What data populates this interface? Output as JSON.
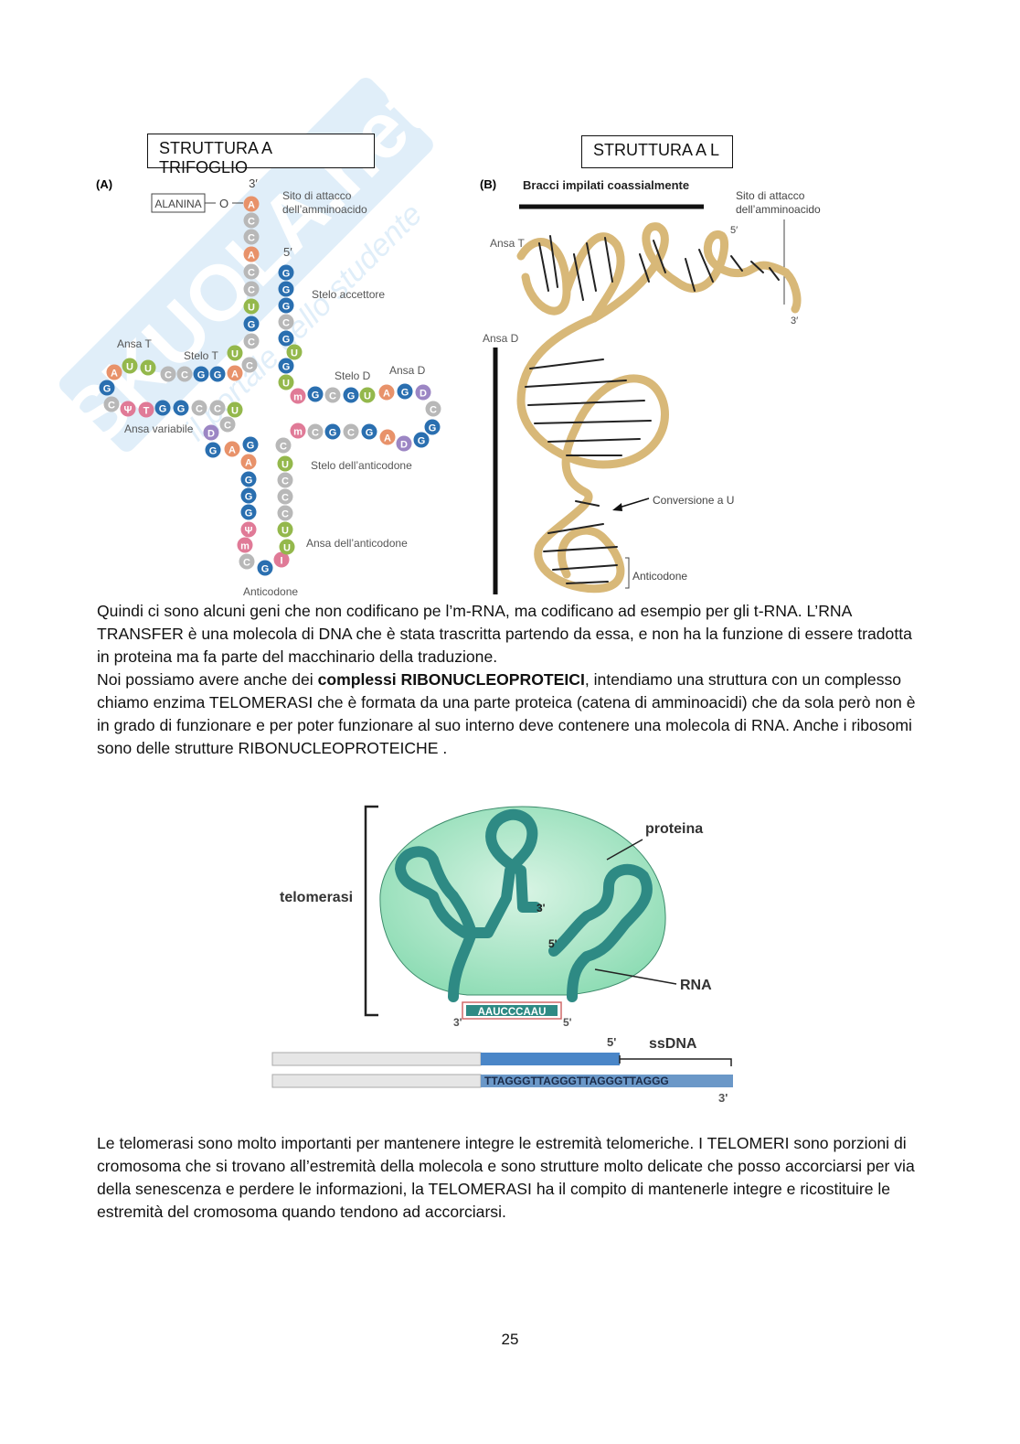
{
  "watermark": {
    "brand": "SKUOLA.net",
    "tagline": "il portale dello studente"
  },
  "figure_trna": {
    "title_a": "STRUTTURA A TRIFOGLIO",
    "title_b": "STRUTTURA A L",
    "panel_a": {
      "tag": "(A)",
      "alanina": "ALANINA",
      "link": "O",
      "three_prime": "3′",
      "five_prime": "5′",
      "sito": [
        "Sito di attacco",
        "dell’amminoacido"
      ],
      "stelo_accettore": "Stelo accettore",
      "ansa_t": "Ansa T",
      "stelo_t": "Stelo T",
      "stelo_d": "Stelo D",
      "ansa_d": "Ansa D",
      "ansa_variabile": "Ansa variabile",
      "stelo_anticodone": "Stelo dell’anticodone",
      "ansa_anticodone": "Ansa dell’anticodone",
      "anticodone": "Anticodone"
    },
    "panel_b": {
      "tag": "(B)",
      "bracci": "Bracci impilati coassialmente",
      "sito": [
        "Sito di attacco",
        "dell’amminoacido"
      ],
      "five_prime": "5′",
      "three_prime": "3′",
      "ansa_t": "Ansa T",
      "ansa_d": "Ansa D",
      "conversione": "Conversione a U",
      "anticodone": "Anticodone"
    }
  },
  "paragraph1": "Quindi ci sono alcuni geni che non codificano pe l’m-RNA, ma codificano ad esempio per gli t-RNA. L’RNA TRANSFER è una molecola di DNA che è stata trascritta partendo da essa, e non ha la funzione di essere tradotta in proteina ma fa parte del macchinario della traduzione.",
  "paragraph2": {
    "before": "Noi possiamo avere anche dei ",
    "bold": "complessi RIBONUCLEOPROTEICI",
    "after": ", intendiamo una struttura con un complesso chiamo enzima TELOMERASI che è formata da una parte proteica (catena di amminoacidi) che da sola però non è in grado di funzionare e per poter funzionare al suo interno deve contenere una molecola di RNA. Anche i ribosomi sono delle strutture RIBONUCLEOPROTEICHE ."
  },
  "figure_telomerase": {
    "telomerasi": "telomerasi",
    "proteina": "proteina",
    "rna": "RNA",
    "three_prime_rna": "3'",
    "five_prime_rna": "5'",
    "template": "AAUCCCAAU",
    "template_3": "3'",
    "template_5": "5'",
    "ssdna_5": "5'",
    "ssdna": "ssDNA",
    "telomere_seq": "TTAGGGTTAGGGTTAGGGTTAGGG",
    "bottom_3": "3'"
  },
  "paragraph3": "Le telomerasi sono molto importanti per mantenere integre le estremità telomeriche. I TELOMERI sono porzioni di cromosoma che si trovano all’estremità della molecola e sono strutture molto delicate che posso accorciarsi per via della senescenza e perdere le informazioni, la TELOMERASI ha il compito di mantenerle integre e ricostituire le estremità del cromosoma quando tendono ad accorciarsi.",
  "page_number": "25",
  "colors": {
    "blue": "#2a6fb0",
    "grey": "#b8b8b8",
    "orange": "#e8926a",
    "green": "#94b84c",
    "purple": "#9c86c4",
    "pink": "#e07a97",
    "teal": "#2a8c84",
    "protein": "#a6e4c0",
    "gold": "#d8b878"
  }
}
